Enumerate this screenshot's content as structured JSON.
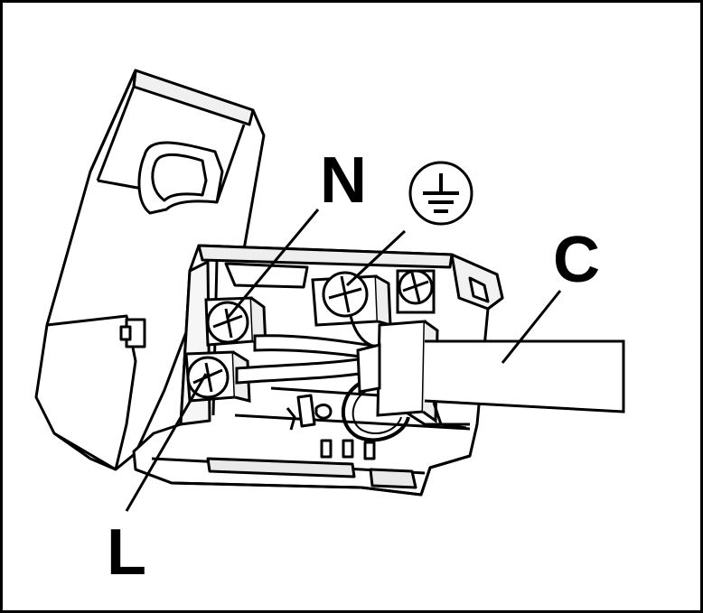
{
  "labels": {
    "neutral": "N",
    "live": "L",
    "cable": "C"
  },
  "symbols": {
    "earth": "earth-ground-symbol"
  },
  "colors": {
    "ink": "#000000",
    "paper": "#ffffff",
    "shade": "#e6e6e6"
  }
}
